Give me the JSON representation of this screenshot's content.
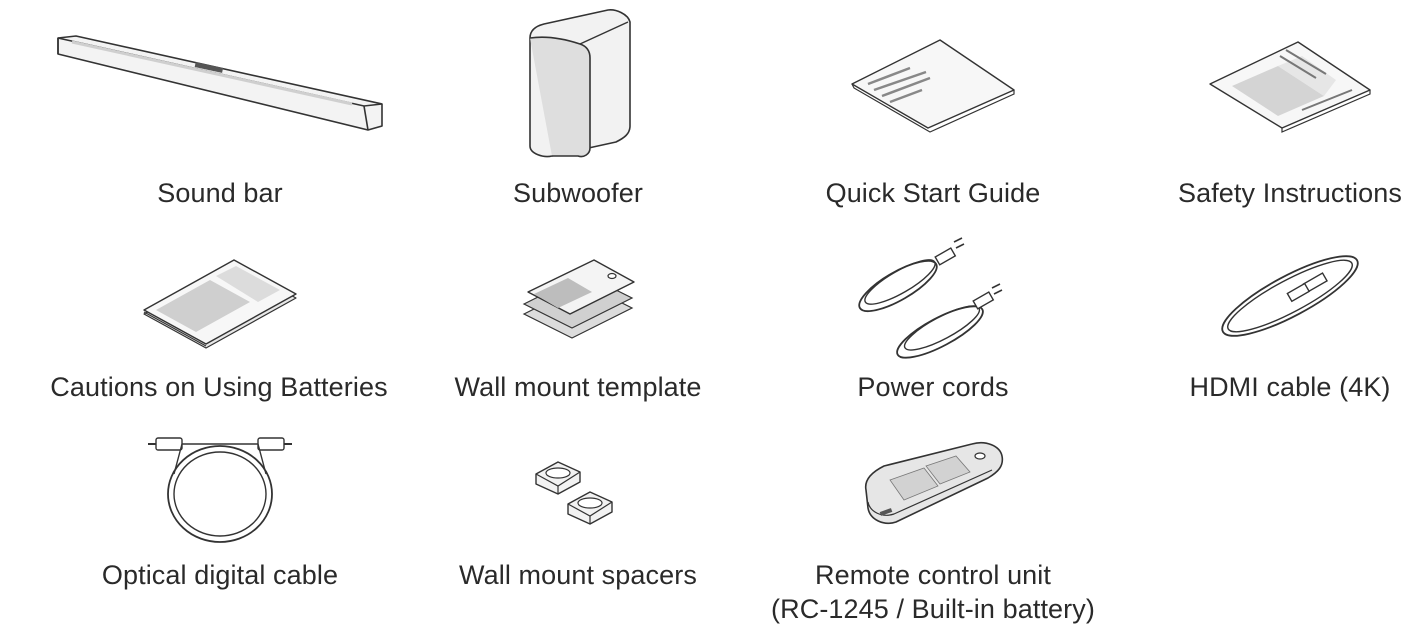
{
  "items": [
    {
      "id": "sound-bar",
      "label": "Sound bar",
      "icon": "sound-bar-icon"
    },
    {
      "id": "subwoofer",
      "label": "Subwoofer",
      "icon": "subwoofer-icon"
    },
    {
      "id": "quick-start-guide",
      "label": "Quick Start Guide",
      "icon": "quick-start-guide-icon"
    },
    {
      "id": "safety-instructions",
      "label": "Safety Instructions",
      "icon": "safety-instructions-icon"
    },
    {
      "id": "cautions-batteries",
      "label": "Cautions on Using Batteries",
      "icon": "battery-cautions-booklet-icon"
    },
    {
      "id": "wall-mount-template",
      "label": "Wall mount template",
      "icon": "wall-mount-template-icon"
    },
    {
      "id": "power-cords",
      "label": "Power cords",
      "icon": "power-cords-icon"
    },
    {
      "id": "hdmi-cable",
      "label": "HDMI cable (4K)",
      "icon": "hdmi-cable-icon"
    },
    {
      "id": "optical-cable",
      "label": "Optical digital cable",
      "icon": "optical-cable-icon"
    },
    {
      "id": "wall-mount-spacers",
      "label": "Wall mount spacers",
      "icon": "wall-mount-spacers-icon"
    },
    {
      "id": "remote-control",
      "label": "Remote control unit",
      "label_line2": "(RC-1245 / Built-in battery)",
      "icon": "remote-control-icon"
    }
  ],
  "colors": {
    "line": "#333333",
    "fill_light": "#f4f4f4",
    "fill_mid": "#d9d9d9",
    "fill_dark": "#bdbdbd",
    "text": "#2a2a2a"
  }
}
